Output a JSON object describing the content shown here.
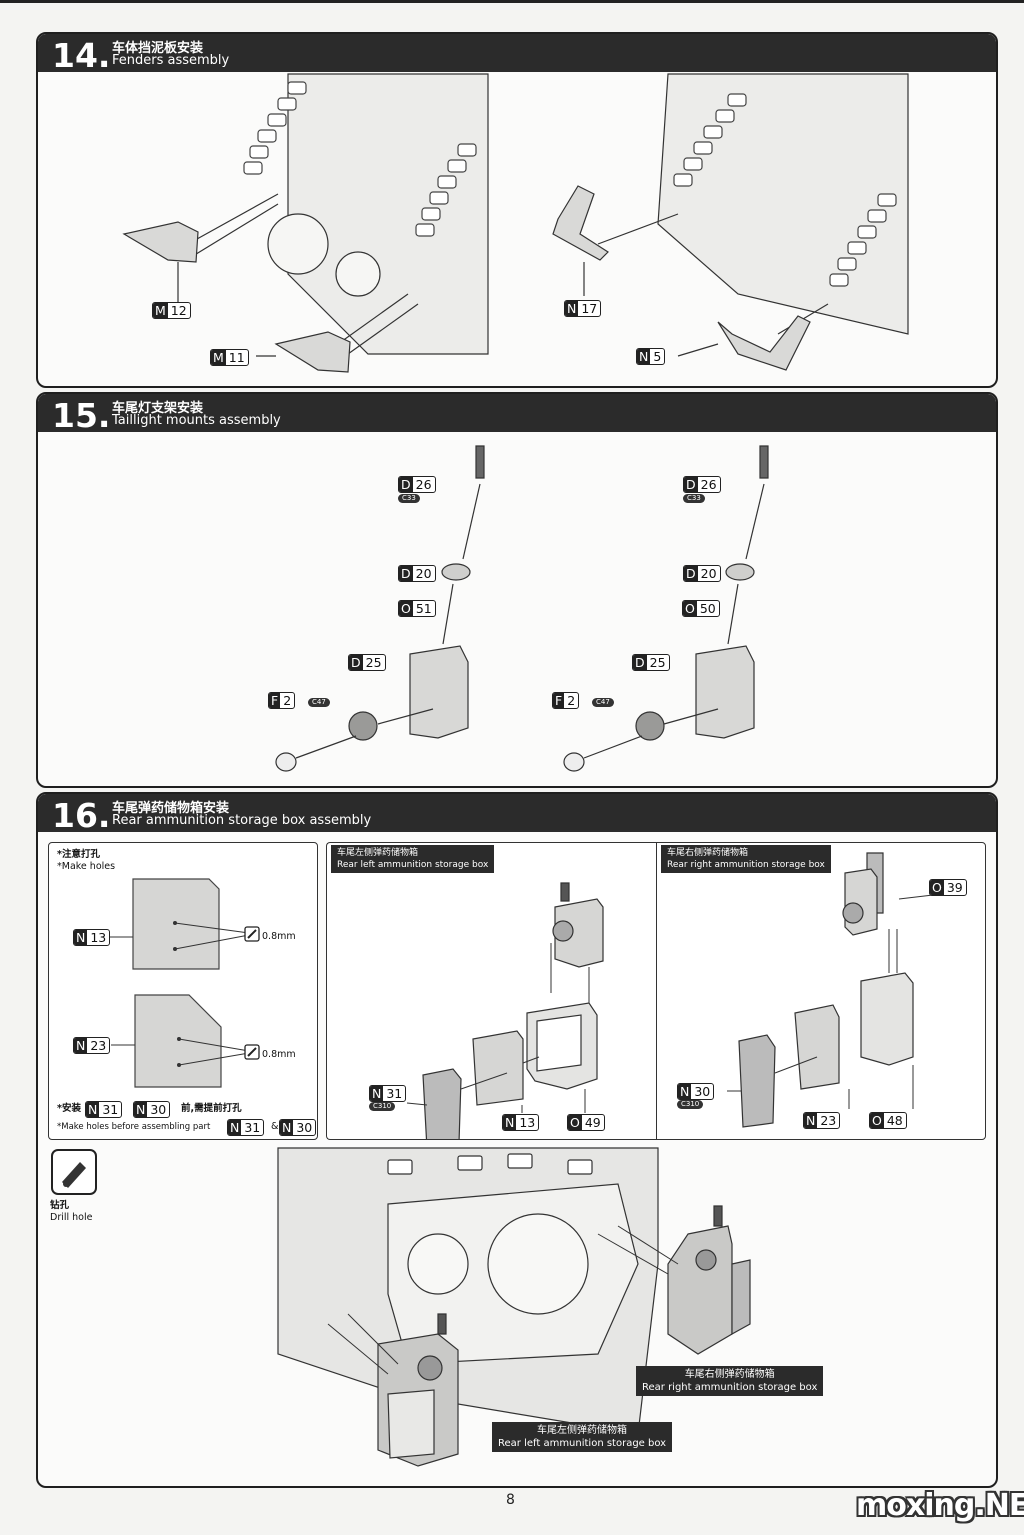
{
  "steps": [
    {
      "number": "14.",
      "title_cn": "车体挡泥板安装",
      "title_en": "Fenders assembly",
      "parts": [
        {
          "l": "M",
          "n": "12"
        },
        {
          "l": "M",
          "n": "11"
        },
        {
          "l": "N",
          "n": "17"
        },
        {
          "l": "N",
          "n": "5"
        }
      ]
    },
    {
      "number": "15.",
      "title_cn": "车尾灯支架安装",
      "title_en": "Taillight mounts assembly",
      "left": {
        "parts": [
          {
            "l": "D",
            "n": "26"
          },
          {
            "l": "D",
            "n": "20"
          },
          {
            "l": "O",
            "n": "51"
          },
          {
            "l": "D",
            "n": "25"
          },
          {
            "l": "F",
            "n": "2"
          }
        ],
        "badges": [
          "C33",
          "C47"
        ]
      },
      "right": {
        "parts": [
          {
            "l": "D",
            "n": "26"
          },
          {
            "l": "D",
            "n": "20"
          },
          {
            "l": "O",
            "n": "50"
          },
          {
            "l": "D",
            "n": "25"
          },
          {
            "l": "F",
            "n": "2"
          }
        ],
        "badges": [
          "C33",
          "C47"
        ]
      }
    },
    {
      "number": "16.",
      "title_cn": "车尾弹药储物箱安装",
      "title_en": "Rear ammunition storage box assembly",
      "notes": {
        "cn": "*注意打孔",
        "en": "*Make holes",
        "drill_size": "0.8mm",
        "pre_cn": "*安装",
        "pre_cn2": "前,需提前打孔",
        "pre_en": "*Make holes before assembling part",
        "amp": "&"
      },
      "note_parts": [
        {
          "l": "N",
          "n": "13"
        },
        {
          "l": "N",
          "n": "23"
        },
        {
          "l": "N",
          "n": "31"
        },
        {
          "l": "N",
          "n": "30"
        }
      ],
      "left_box": {
        "title_cn": "车尾左侧弹药储物箱",
        "title_en": "Rear left ammunition storage box",
        "parts": [
          {
            "l": "N",
            "n": "31"
          },
          {
            "l": "N",
            "n": "13"
          },
          {
            "l": "O",
            "n": "49"
          }
        ],
        "badge": "C310"
      },
      "right_box": {
        "title_cn": "车尾右侧弹药储物箱",
        "title_en": "Rear right ammunition storage box",
        "parts": [
          {
            "l": "O",
            "n": "39"
          },
          {
            "l": "N",
            "n": "30"
          },
          {
            "l": "N",
            "n": "23"
          },
          {
            "l": "O",
            "n": "48"
          }
        ],
        "badge": "C310"
      },
      "drill": {
        "cn": "钻孔",
        "en": "Drill hole"
      },
      "callout_right": {
        "cn": "车尾右侧弹药储物箱",
        "en": "Rear right ammunition storage box"
      },
      "callout_left": {
        "cn": "车尾左侧弹药储物箱",
        "en": "Rear left ammunition storage box"
      }
    }
  ],
  "page_number": "8",
  "watermark": "moxing.NET"
}
